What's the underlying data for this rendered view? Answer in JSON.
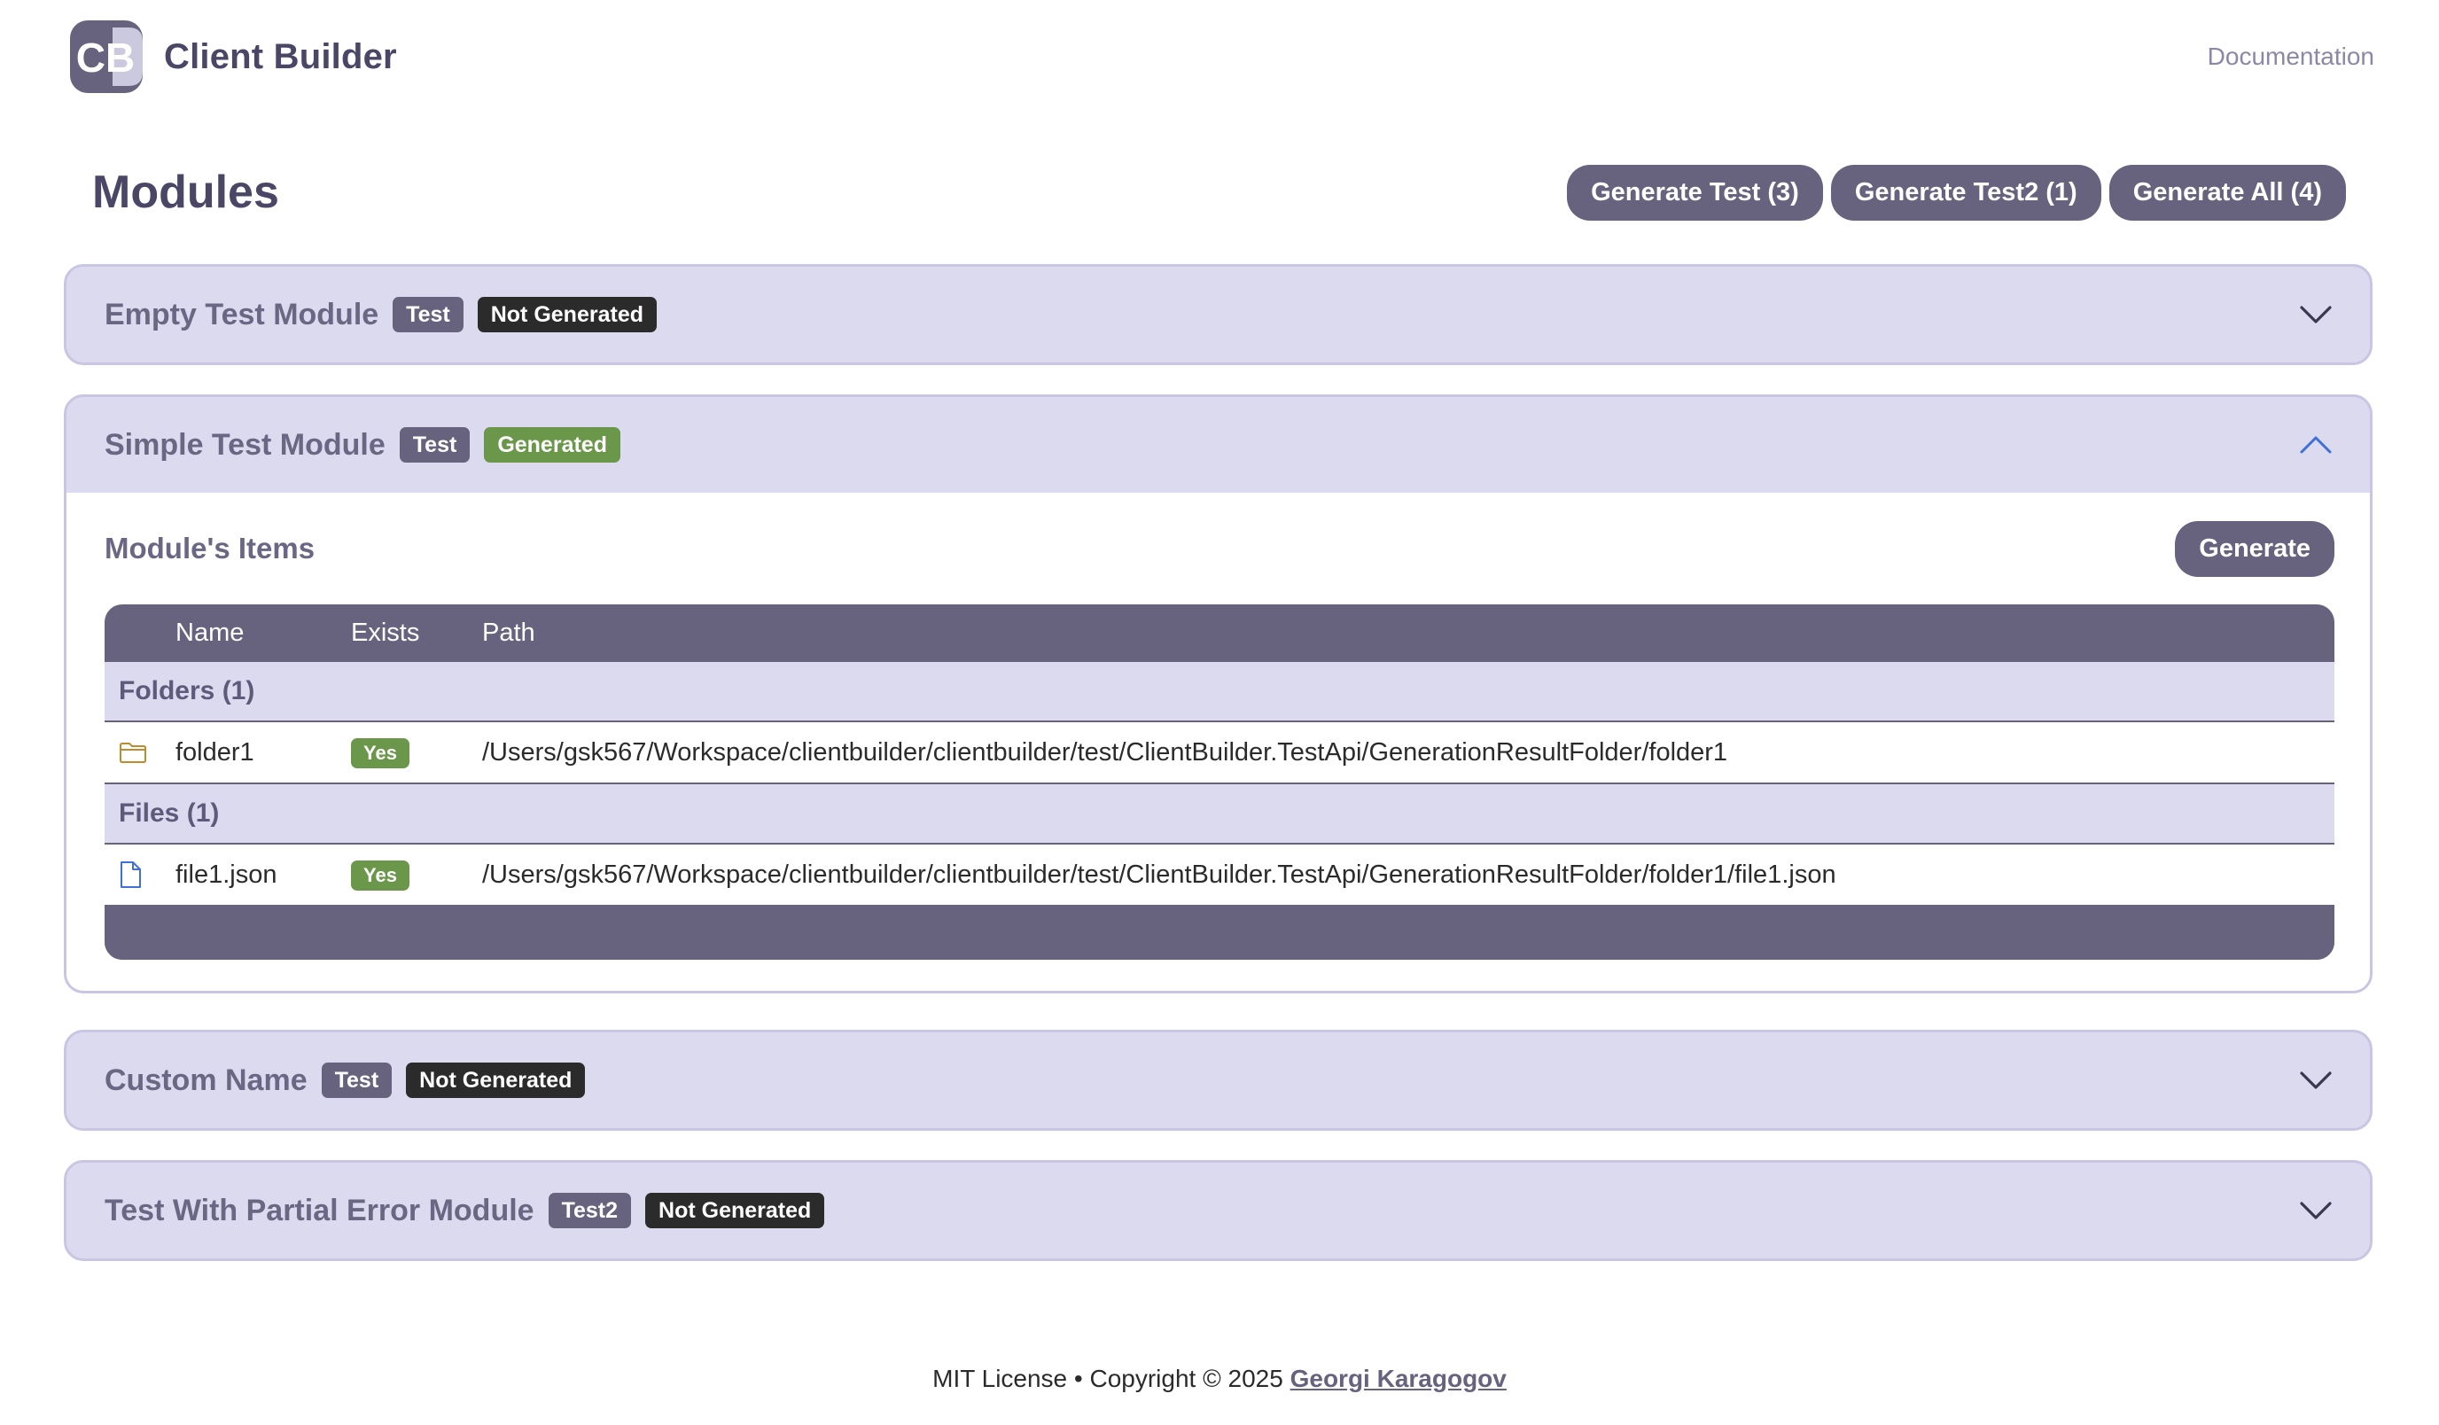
{
  "app": {
    "logo_text": "CB",
    "name": "Client Builder",
    "documentation_link": "Documentation"
  },
  "page": {
    "title": "Modules",
    "actions": [
      "Generate Test (3)",
      "Generate Test2 (1)",
      "Generate All (4)"
    ]
  },
  "modules": [
    {
      "title": "Empty Test Module",
      "type": "Test",
      "status": "Not Generated",
      "expanded": false
    },
    {
      "title": "Simple Test Module",
      "type": "Test",
      "status": "Generated",
      "expanded": true,
      "body": {
        "title": "Module's Items",
        "generate_label": "Generate",
        "columns": [
          "Name",
          "Exists",
          "Path"
        ],
        "groups": [
          {
            "label": "Folders (1)",
            "rows": [
              {
                "icon": "folder-icon",
                "name": "folder1",
                "exists": "Yes",
                "path": "/Users/gsk567/Workspace/clientbuilder/clientbuilder/test/ClientBuilder.TestApi/GenerationResultFolder/folder1"
              }
            ]
          },
          {
            "label": "Files (1)",
            "rows": [
              {
                "icon": "file-icon",
                "name": "file1.json",
                "exists": "Yes",
                "path": "/Users/gsk567/Workspace/clientbuilder/clientbuilder/test/ClientBuilder.TestApi/GenerationResultFolder/folder1/file1.json"
              }
            ]
          }
        ]
      }
    },
    {
      "title": "Custom Name",
      "type": "Test",
      "status": "Not Generated",
      "expanded": false
    },
    {
      "title": "Test With Partial Error Module",
      "type": "Test2",
      "status": "Not Generated",
      "expanded": false
    }
  ],
  "footer": {
    "text": "MIT License • Copyright © 2025",
    "author": "Georgi Karagogov"
  },
  "colors": {
    "primary": "#67637f",
    "panel": "#dcdaee",
    "panel_border": "#c9c6e4",
    "success": "#6a9749",
    "dark_badge": "#2b2b2b",
    "chevron_active": "#3f6fd8"
  }
}
